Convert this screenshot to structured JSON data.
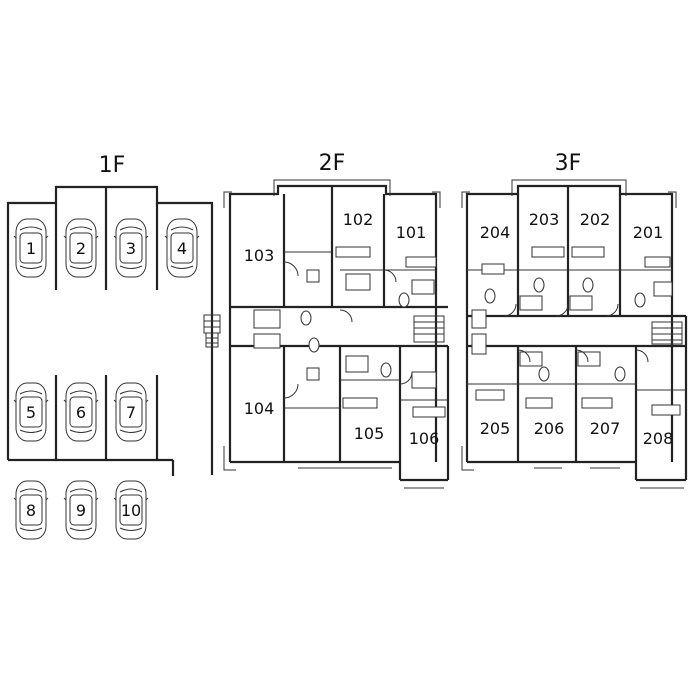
{
  "floors": {
    "f1": {
      "title": "1F",
      "spaces": [
        "1",
        "2",
        "3",
        "4",
        "5",
        "6",
        "7",
        "8",
        "9",
        "10"
      ]
    },
    "f2": {
      "title": "2F",
      "rooms": [
        "101",
        "102",
        "103",
        "104",
        "105",
        "106"
      ]
    },
    "f3": {
      "title": "3F",
      "rooms": [
        "201",
        "202",
        "203",
        "204",
        "205",
        "206",
        "207",
        "208"
      ]
    }
  }
}
